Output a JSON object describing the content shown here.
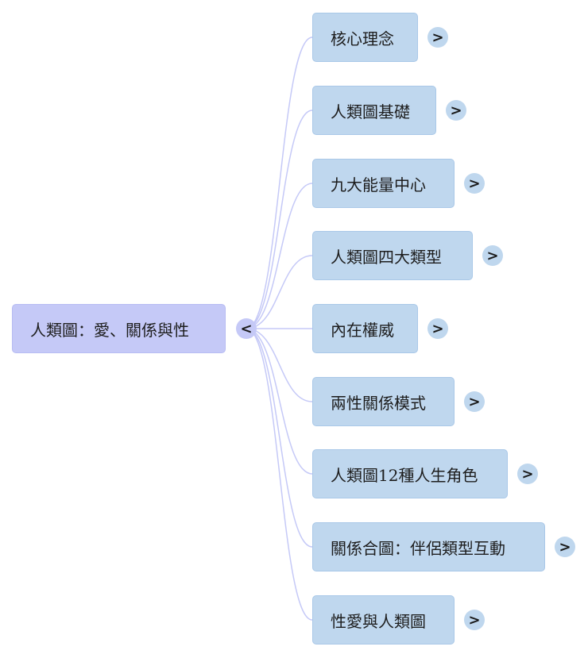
{
  "root": {
    "label": "人類圖：愛、關係與性",
    "toggle": "<"
  },
  "children": [
    {
      "label": "核心理念",
      "toggle": ">"
    },
    {
      "label": "人類圖基礎",
      "toggle": ">"
    },
    {
      "label": "九大能量中心",
      "toggle": ">"
    },
    {
      "label": "人類圖四大類型",
      "toggle": ">"
    },
    {
      "label": "內在權威",
      "toggle": ">"
    },
    {
      "label": "兩性關係模式",
      "toggle": ">"
    },
    {
      "label": "人類圖12種人生角色",
      "toggle": ">"
    },
    {
      "label": "關係合圖：伴侶類型互動",
      "toggle": ">"
    },
    {
      "label": "性愛與人類圖",
      "toggle": ">"
    }
  ],
  "colors": {
    "root_fill": "#c5c9f7",
    "child_fill": "#bfd7ee",
    "connector": "#c5c9f7"
  }
}
